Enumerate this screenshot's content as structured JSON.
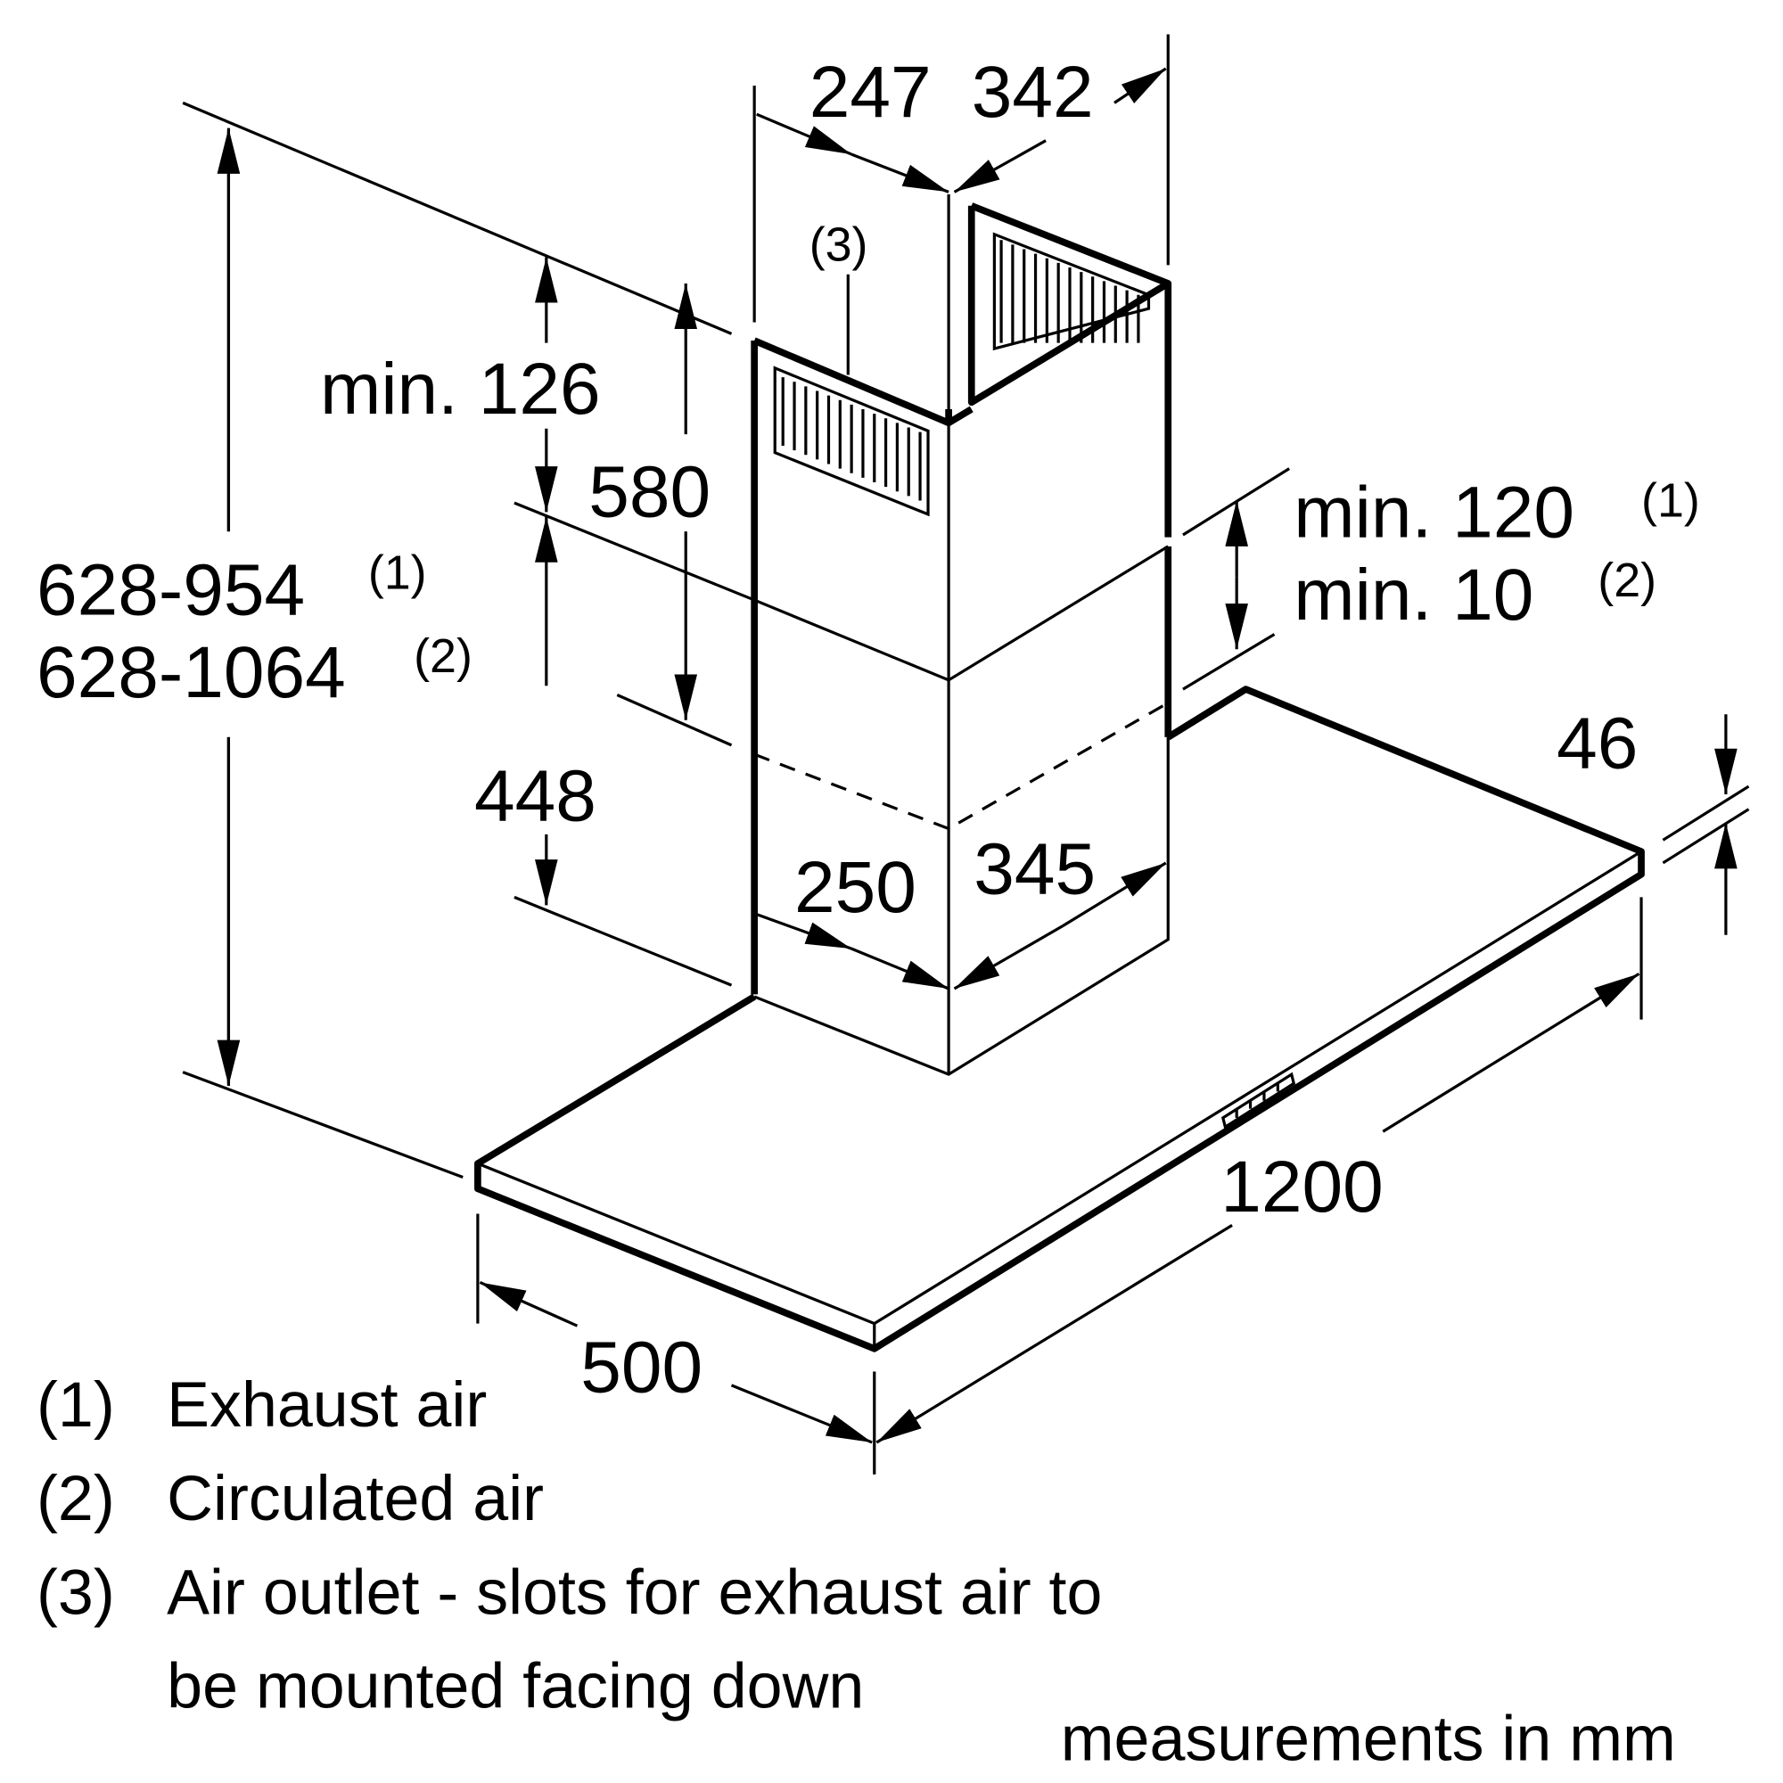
{
  "dimensions": {
    "d247": "247",
    "d342": "342",
    "outlet_ref": "(3)",
    "min126": "min. 126",
    "d580": "580",
    "height_exhaust": "628-954",
    "height_exhaust_ref": "(1)",
    "height_circ": "628-1064",
    "height_circ_ref": "(2)",
    "min120": "min. 120",
    "min120_ref": "(1)",
    "min10": "min. 10",
    "min10_ref": "(2)",
    "d46": "46",
    "d448": "448",
    "d250": "250",
    "d345": "345",
    "d1200": "1200",
    "d500": "500"
  },
  "legend": [
    {
      "num": "(1)",
      "text": "Exhaust air"
    },
    {
      "num": "(2)",
      "text": "Circulated air"
    },
    {
      "num": "(3)",
      "text": "Air outlet - slots for exhaust air to",
      "text2": "be mounted facing down"
    }
  ],
  "units_note": "measurements in mm"
}
